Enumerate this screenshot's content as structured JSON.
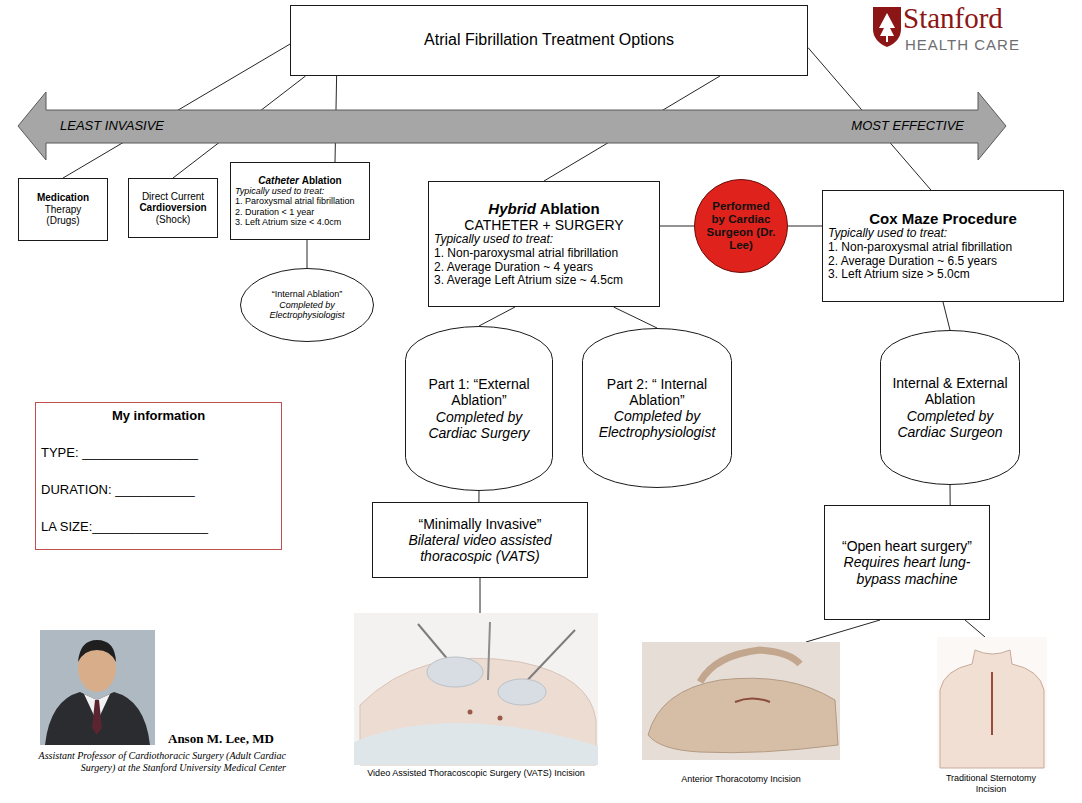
{
  "diagram": {
    "nodes": [
      {
        "text": [
          "Atrial Fibrillation Treatment Options"
        ]
      },
      {
        "text": [
          "LEAST INVASIVE",
          "MOST EFFECTIVE"
        ]
      },
      {
        "text": [
          "Medication",
          "Therapy (Drugs)"
        ]
      },
      {
        "text": [
          "Direct Current",
          "Cardioversion",
          "(Shock)"
        ]
      },
      {
        "text": [
          "Catheter",
          "Ablation",
          "Typically used to treat:",
          "1. Paroxysmal atrial fibrillation",
          "2. Duration < 1 year",
          "3. Left Atrium size < 4.0cm"
        ]
      },
      {
        "text": [
          "Hybrid",
          "Ablation",
          "CATHETER + SURGERY",
          "Typically used to treat:",
          "1. Non-paroxysmal atrial fibrillation",
          "2. Average Duration ~ 4 years",
          "3. Average Left Atrium size ~ 4.5cm"
        ]
      },
      {
        "text": [
          "Performed by Cardiac Surgeon (Dr. Lee)"
        ]
      },
      {
        "text": [
          "Cox Maze Procedure",
          "Typically used to treat:",
          "1. Non-paroxysmal atrial fibrillation",
          "2. Average Duration ~ 6.5 years",
          "3. Left Atrium size > 5.0cm"
        ]
      },
      {
        "text": [
          "“Internal Ablation”",
          "Completed by Electrophysiologist"
        ]
      },
      {
        "text": [
          "Part 1: “External Ablation”",
          "Completed by Cardiac Surgery"
        ]
      },
      {
        "text": [
          "Part 2: “ Internal Ablation”",
          "Completed by Electrophysiologist"
        ]
      },
      {
        "text": [
          "Internal & External Ablation",
          "Completed by Cardiac Surgeon"
        ]
      },
      {
        "text": [
          "My information",
          "TYPE: ________________",
          "DURATION: ___________",
          "LA SIZE:________________"
        ]
      },
      {
        "text": [
          "“Minimally Invasive”",
          "Bilateral video assisted thoracospic (VATS)"
        ]
      },
      {
        "text": [
          "“Open heart surgery”",
          "Requires heart lung-bypass machine"
        ]
      }
    ],
    "edges": [
      {
        "from": 0,
        "to": 2,
        "arrow": "none"
      },
      {
        "from": 0,
        "to": 3,
        "arrow": "none"
      },
      {
        "from": 0,
        "to": 4,
        "arrow": "none"
      },
      {
        "from": 0,
        "to": 5,
        "arrow": "none"
      },
      {
        "from": 0,
        "to": 7,
        "arrow": "none"
      },
      {
        "from": 4,
        "to": 8,
        "arrow": "none"
      },
      {
        "from": 5,
        "to": 6,
        "arrow": "none"
      },
      {
        "from": 5,
        "to": 9,
        "arrow": "none"
      },
      {
        "from": 5,
        "to": 10,
        "arrow": "none"
      },
      {
        "from": 6,
        "to": 7,
        "arrow": "none"
      },
      {
        "from": 7,
        "to": 11,
        "arrow": "none"
      },
      {
        "from": 9,
        "to": 13,
        "arrow": "none"
      },
      {
        "from": 11,
        "to": 14,
        "arrow": "none"
      }
    ],
    "labels": [
      "Stanford",
      "HEALTH CARE",
      "Video Assisted Thoracoscopic Surgery (VATS) Incision",
      "Anterior Thoracotomy Incision",
      "Traditional Sternotomy Incision",
      "Anson M. Lee, MD",
      "Assistant Professor of Cardiothoracic Surgery (Adult Cardiac Surgery) at the Stanford University Medical Center"
    ]
  }
}
